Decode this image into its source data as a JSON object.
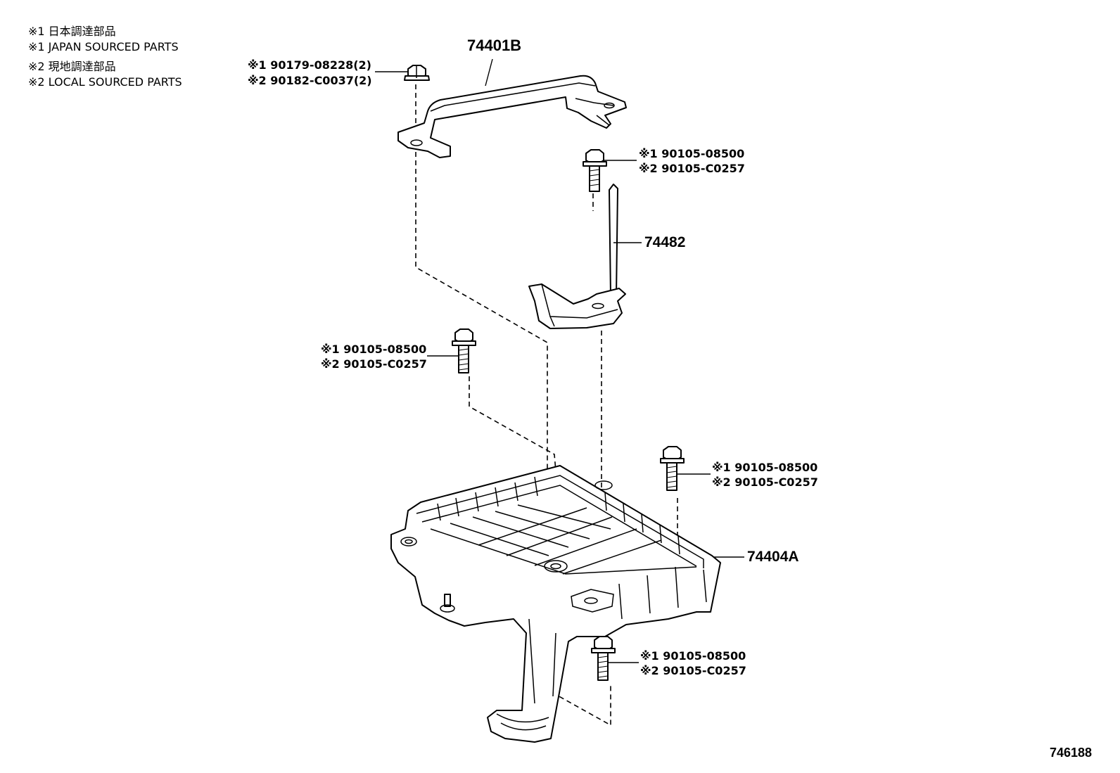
{
  "legend": {
    "line1": "※1 日本調達部品",
    "line2": "※1 JAPAN SOURCED PARTS",
    "line3": "※2 現地調達部品",
    "line4": "※2 LOCAL SOURCED PARTS"
  },
  "parts": {
    "bracket": "74401B",
    "clamp_rod": "74482",
    "tray": "74404A"
  },
  "callouts": {
    "nut_top": {
      "a": "※1 90179-08228(2)",
      "b": "※2 90182-C0037(2)"
    },
    "bolt_upper": {
      "a": "※1 90105-08500",
      "b": "※2 90105-C0257"
    },
    "bolt_left": {
      "a": "※1 90105-08500",
      "b": "※2 90105-C0257"
    },
    "bolt_right": {
      "a": "※1 90105-08500",
      "b": "※2 90105-C0257"
    },
    "bolt_bottom": {
      "a": "※1 90105-08500",
      "b": "※2 90105-C0257"
    }
  },
  "diagram_id": "746188"
}
